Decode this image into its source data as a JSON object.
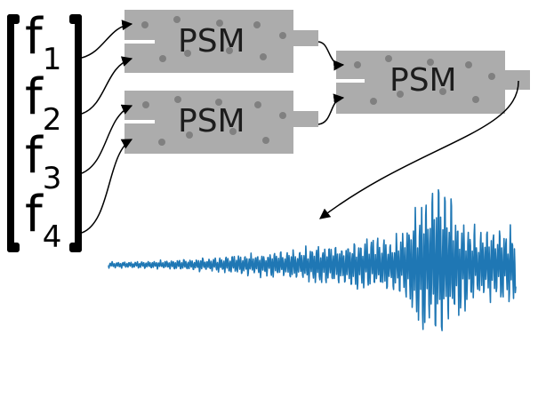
{
  "vector": {
    "entries": [
      {
        "main": "f",
        "sub": "1"
      },
      {
        "main": "f",
        "sub": "2"
      },
      {
        "main": "f",
        "sub": "3"
      },
      {
        "main": "f",
        "sub": "4"
      }
    ]
  },
  "blocks": [
    {
      "label": "PSM"
    },
    {
      "label": "PSM"
    },
    {
      "label": "PSM"
    }
  ],
  "colors": {
    "block_fill": "#acacac",
    "block_dots": "#808080",
    "signal": "#1f77b4",
    "arrows": "#000000"
  }
}
